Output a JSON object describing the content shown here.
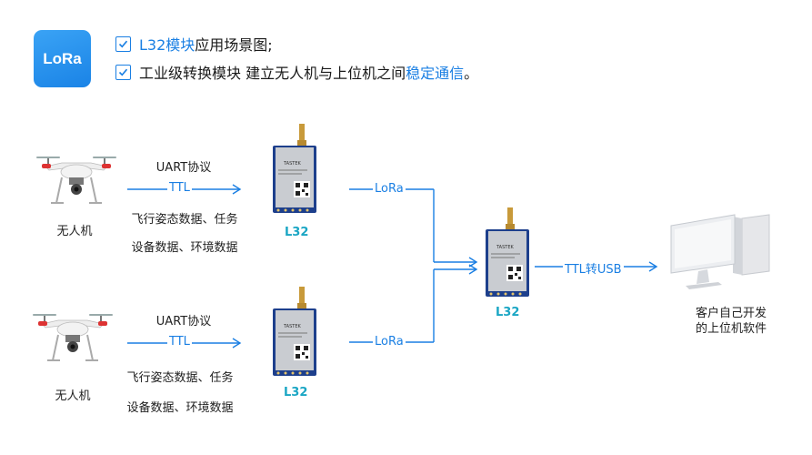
{
  "logo": {
    "text": "LoRa"
  },
  "header": {
    "line1": {
      "accent": "L32模块",
      "rest": " 应用场景图;"
    },
    "line2": {
      "pre": "工业级转换模块 建立无人机与上位机之间",
      "accent": "稳定通信",
      "post": "。"
    }
  },
  "drones": [
    {
      "label": "无人机",
      "protocol": "UART协议",
      "link": "TTL",
      "data_line1": "飞行姿态数据、任务",
      "data_line2": "设备数据、环境数据",
      "module_label": "L32",
      "radio_link": "LoRa"
    },
    {
      "label": "无人机",
      "protocol": "UART协议",
      "link": "TTL",
      "data_line1": "飞行姿态数据、任务",
      "data_line2": "设备数据、环境数据",
      "module_label": "L32",
      "radio_link": "LoRa"
    }
  ],
  "receiver": {
    "module_label": "L32",
    "link": "TTL转USB"
  },
  "computer": {
    "line1": "客户自己开发",
    "line2": "的上位机软件"
  },
  "module_brand": "TASTEK",
  "colors": {
    "accent": "#1a7fe3",
    "model_label": "#1aa6c4",
    "module_pcb": "#1d3f8c"
  }
}
